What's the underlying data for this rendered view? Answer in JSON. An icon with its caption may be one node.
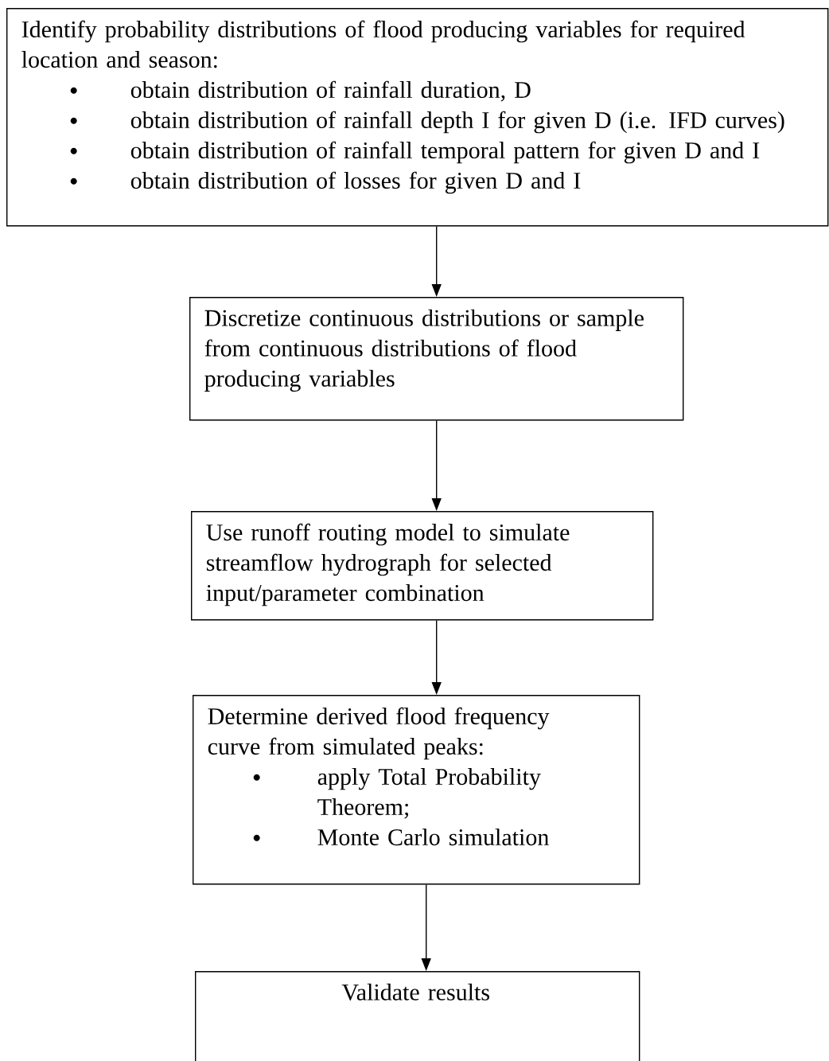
{
  "diagram": {
    "nodes": [
      {
        "text": [
          "Identify probability distributions of flood producing variables for required location and season:",
          "obtain distribution of rainfall duration, D",
          "obtain distribution of rainfall depth I for given D (i.e. IFD curves)",
          "obtain distribution of rainfall temporal pattern for given D and I",
          "obtain distribution of losses for given D and I"
        ]
      },
      {
        "text": [
          "Discretize continuous distributions or sample from continuous distributions of flood producing variables"
        ]
      },
      {
        "text": [
          "Use runoff routing model to simulate streamflow hydrograph for selected input/parameter combination"
        ]
      },
      {
        "text": [
          "Determine derived flood frequency curve from simulated peaks:",
          "apply Total Probability Theorem;",
          "Monte Carlo simulation"
        ]
      },
      {
        "text": [
          "Validate results"
        ]
      }
    ],
    "edges": [
      {
        "from": 0,
        "to": 1,
        "arrow": "to"
      },
      {
        "from": 1,
        "to": 2,
        "arrow": "to"
      },
      {
        "from": 2,
        "to": 3,
        "arrow": "to"
      },
      {
        "from": 3,
        "to": 4,
        "arrow": "to"
      }
    ]
  }
}
